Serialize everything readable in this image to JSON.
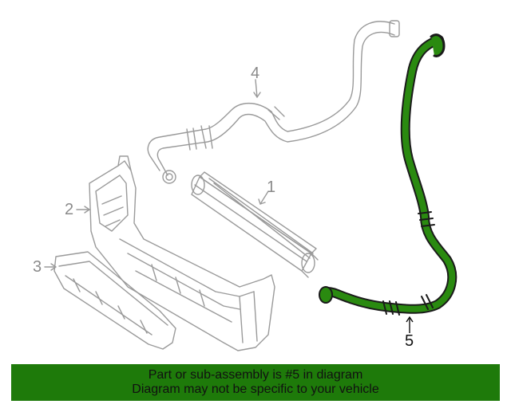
{
  "callouts": {
    "c1": "1",
    "c2": "2",
    "c3": "3",
    "c4": "4",
    "c5": "5"
  },
  "banner": {
    "line1": "Part or sub-assembly is #5 in diagram",
    "line2": "Diagram may not be specific to your vehicle",
    "color": "#1e7a0a"
  },
  "colors": {
    "highlight": "#2a8a10",
    "outline": "#9a9a9a"
  }
}
